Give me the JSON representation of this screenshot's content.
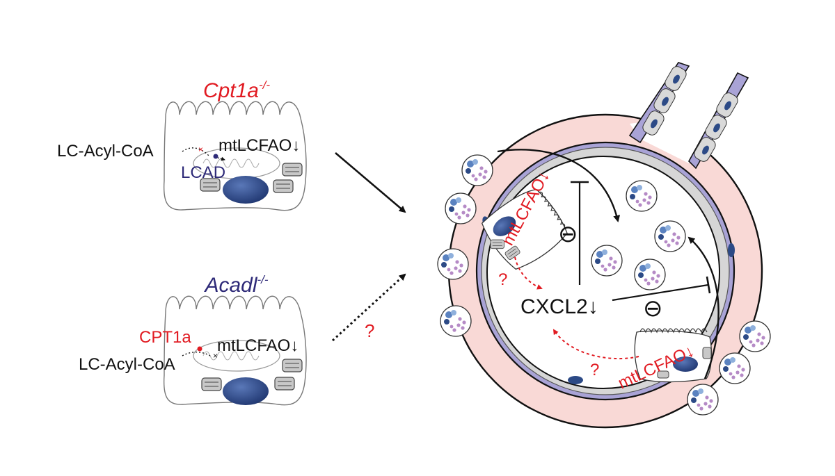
{
  "top_panel": {
    "genotype_gene": "Cpt1a",
    "genotype_sup": "-/-",
    "substrate": "LC-Acyl-CoA",
    "enzyme": "LCAD",
    "result": "mtLCFAO↓"
  },
  "bottom_panel": {
    "genotype_gene": "Acadl",
    "genotype_sup": "-/-",
    "enzyme": "CPT1a",
    "substrate": "LC-Acyl-CoA",
    "result": "mtLCFAO↓"
  },
  "links": {
    "uncertain_mark": "?"
  },
  "airway": {
    "chemokine": "CXCL2↓",
    "inhibit_symbol": "⊖",
    "cell_upper_label": "mtLCFAO↓",
    "cell_lower_label": "mtLCFAO↓",
    "question_upper": "?",
    "question_lower": "?"
  },
  "colors": {
    "red": "#e11b22",
    "navy": "#2e2a78",
    "pink": "#f9d9d6",
    "lavender": "#a9a3d6",
    "nucleus": "#2c4a86",
    "grey": "#cfcfcf",
    "purple_dot": "#b58ac6"
  }
}
